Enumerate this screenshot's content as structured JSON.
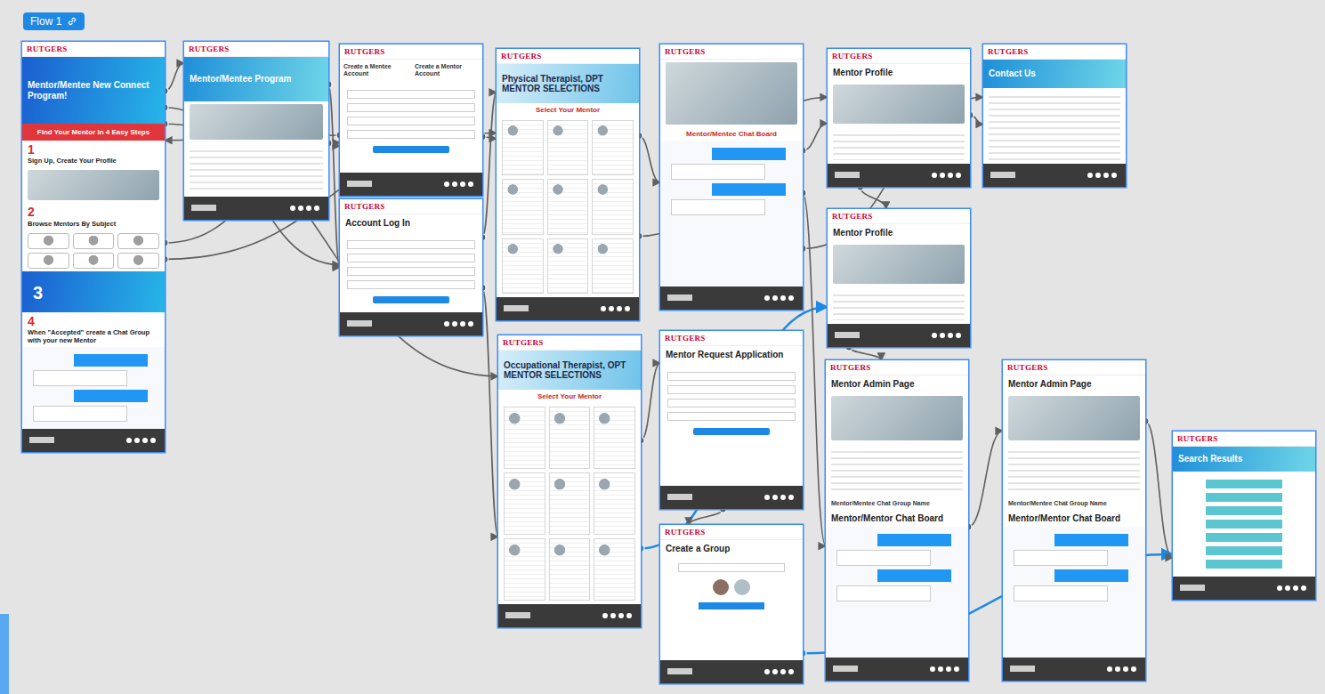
{
  "diagram": {
    "title": "Flow 1",
    "nodes": [
      {
        "text": [
          "RUTGERS",
          "Mentor/Mentee New Connect Program!",
          "Find Your Mentor In 4 Easy Steps",
          "1",
          "Sign Up, Create Your Profile",
          "2",
          "Browse Mentors By Subject",
          "3",
          "4",
          "When \"Accepted\" create a Chat Group with your new Mentor"
        ]
      },
      {
        "text": [
          "RUTGERS",
          "Mentor/Mentee Program"
        ]
      },
      {
        "text": [
          "RUTGERS",
          "Create a Mentee Account",
          "Create a Mentor Account"
        ]
      },
      {
        "text": [
          "RUTGERS",
          "Account Log In"
        ]
      },
      {
        "text": [
          "RUTGERS",
          "Physical Therapist, DPT MENTOR SELECTIONS",
          "Select Your Mentor"
        ]
      },
      {
        "text": [
          "RUTGERS",
          "Occupational Therapist, OPT MENTOR SELECTIONS",
          "Select Your Mentor"
        ]
      },
      {
        "text": [
          "RUTGERS",
          "Mentor/Mentee Chat Board"
        ]
      },
      {
        "text": [
          "RUTGERS",
          "Mentor Request Application"
        ]
      },
      {
        "text": [
          "RUTGERS",
          "Create a Group"
        ]
      },
      {
        "text": [
          "RUTGERS",
          "Mentor Profile"
        ]
      },
      {
        "text": [
          "RUTGERS",
          "Mentor Profile"
        ]
      },
      {
        "text": [
          "RUTGERS",
          "Contact Us"
        ]
      },
      {
        "text": [
          "RUTGERS",
          "Mentor Admin Page",
          "Mentor/Mentee Chat Group Name",
          "Mentor/Mentor Chat Board"
        ]
      },
      {
        "text": [
          "RUTGERS",
          "Mentor Admin Page",
          "Mentor/Mentee Chat Group Name",
          "Mentor/Mentor Chat Board"
        ]
      },
      {
        "text": [
          "RUTGERS",
          "Search Results"
        ]
      }
    ],
    "edges": [
      {
        "from": 0,
        "to": 1,
        "arrow": "to"
      },
      {
        "from": 0,
        "to": 2,
        "arrow": "to"
      },
      {
        "from": 0,
        "to": 3,
        "arrow": "to"
      },
      {
        "from": 0,
        "to": 4,
        "arrow": "to"
      },
      {
        "from": 0,
        "to": 5,
        "arrow": "to"
      },
      {
        "from": 1,
        "to": 2,
        "arrow": "to"
      },
      {
        "from": 1,
        "to": 3,
        "arrow": "to"
      },
      {
        "from": 2,
        "to": 4,
        "arrow": "to"
      },
      {
        "from": 3,
        "to": 4,
        "arrow": "to"
      },
      {
        "from": 3,
        "to": 5,
        "arrow": "to"
      },
      {
        "from": 4,
        "to": 6,
        "arrow": "to"
      },
      {
        "from": 4,
        "to": 9,
        "arrow": "to"
      },
      {
        "from": 5,
        "to": 7,
        "arrow": "to"
      },
      {
        "from": 5,
        "to": 10,
        "arrow": "to"
      },
      {
        "from": 6,
        "to": 9,
        "arrow": "to"
      },
      {
        "from": 6,
        "to": 11,
        "arrow": "to"
      },
      {
        "from": 7,
        "to": 8,
        "arrow": "to"
      },
      {
        "from": 8,
        "to": 14,
        "arrow": "to"
      },
      {
        "from": 9,
        "to": 11,
        "arrow": "to"
      },
      {
        "from": 10,
        "to": 12,
        "arrow": "to"
      },
      {
        "from": 12,
        "to": 13,
        "arrow": "to"
      },
      {
        "from": 13,
        "to": 14,
        "arrow": "to"
      },
      {
        "from": 6,
        "to": 12,
        "arrow": "to"
      },
      {
        "from": 9,
        "to": 10,
        "arrow": "to"
      },
      {
        "from": 2,
        "to": 0,
        "arrow": "to"
      }
    ]
  }
}
